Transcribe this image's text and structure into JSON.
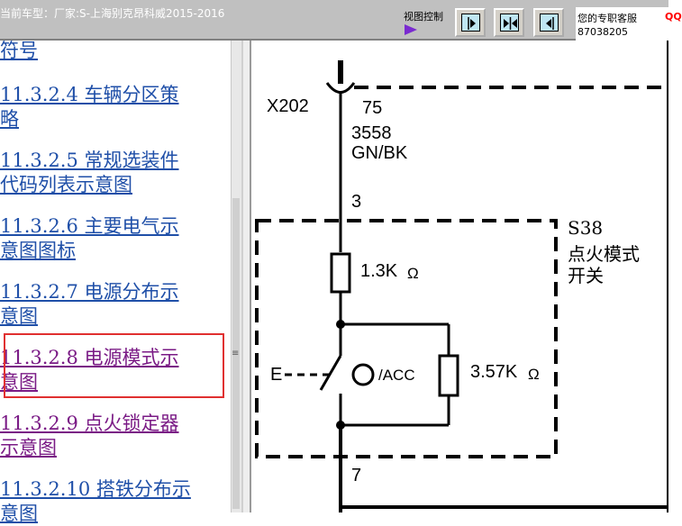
{
  "header": {
    "car_model": "当前车型：厂家:S-上海别克昂科威2015-2016",
    "view_control_label": "视图控制",
    "service_label": "您的专职客服",
    "service_phone": "87038205",
    "qq_label": "QQ"
  },
  "nav": {
    "items": [
      {
        "label": "符号",
        "state": "link"
      },
      {
        "label": "11.3.2.4 车辆分区策\n略",
        "state": "link"
      },
      {
        "label": "11.3.2.5 常规选装件\n代码列表示意图",
        "state": "link"
      },
      {
        "label": "11.3.2.6 主要电气示\n意图图标",
        "state": "link"
      },
      {
        "label": "11.3.2.7 电源分布示\n意图",
        "state": "link"
      },
      {
        "label": "11.3.2.8 电源模式示\n意图",
        "state": "visited"
      },
      {
        "label": "11.3.2.9 点火锁定器\n示意图",
        "state": "visited"
      },
      {
        "label": "11.3.2.10 搭铁分布示\n意图",
        "state": "link"
      }
    ]
  },
  "diagram": {
    "connector_id": "X202",
    "pin_top": "75",
    "wire_number": "3558",
    "wire_color": "GN/BK",
    "pin_in": "3",
    "component_id": "S38",
    "component_name_line1": "点火模式",
    "component_name_line2": "开关",
    "resistor_1": "1.3K",
    "resistor_2": "3.57K",
    "switch_position": "/ACC",
    "switch_letter": "E",
    "pin_out": "7",
    "ohm_symbol": "Ω"
  },
  "colors": {
    "link": "#1f4fa8",
    "visited": "#7a1a85",
    "highlight": "#e03030",
    "toolbar_bg": "#c0c0c0",
    "button_face": "#bfe6f2",
    "play_icon": "#7a2ad0"
  }
}
